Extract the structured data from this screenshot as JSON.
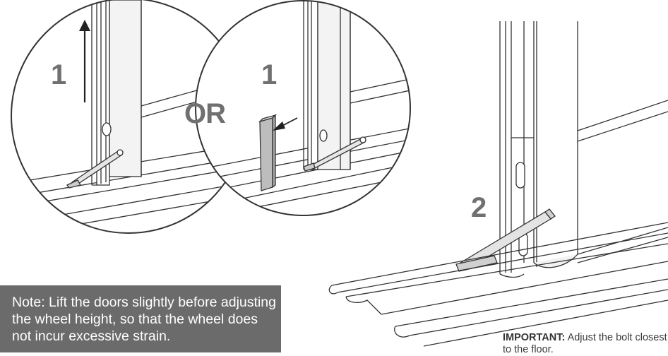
{
  "steps": {
    "left_circle_number": "1",
    "middle_circle_number": "1",
    "main_number": "2"
  },
  "separator_text": "OR",
  "note": {
    "text": "Note: Lift the doors slightly before adjusting the wheel height, so that the wheel does not incur excessive strain."
  },
  "important": {
    "label": "IMPORTANT:",
    "text": " Adjust the bolt closest to the floor."
  },
  "colors": {
    "note_background": "#6b6b6b",
    "step_number": "#707070",
    "line_art": "#333333"
  }
}
